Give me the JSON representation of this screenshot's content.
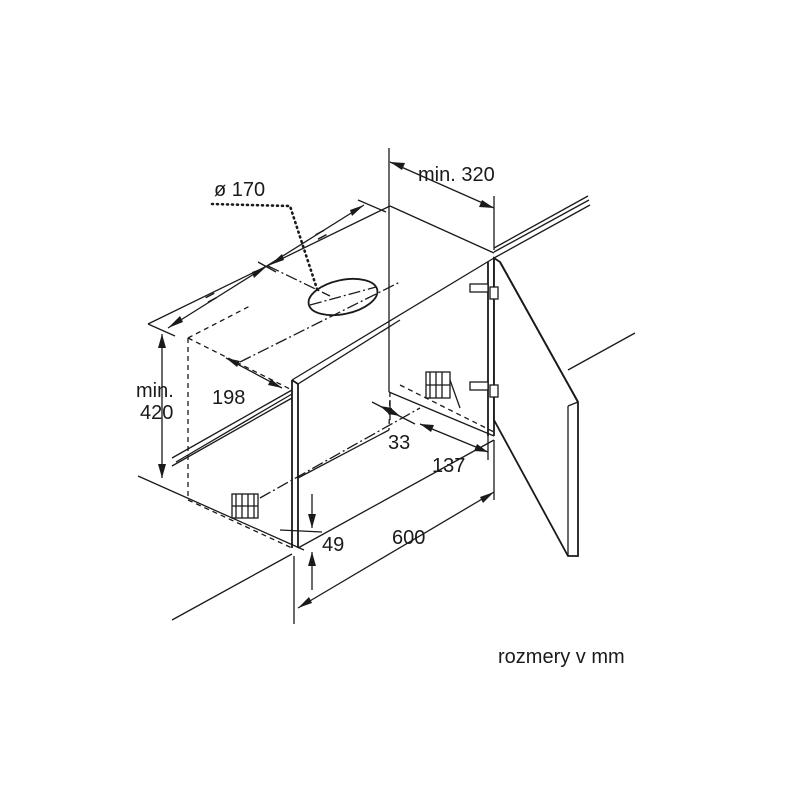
{
  "dimensions": {
    "diameter": "ø 170",
    "min_distance": "min. 320",
    "equal_top": "=",
    "equal_left": "=",
    "min_height_line1": "min.",
    "min_height_line2": "420",
    "depth": "198",
    "offset_small": "33",
    "offset_door": "137",
    "width": "600",
    "bottom_gap": "49"
  },
  "caption": "rozmery v mm"
}
